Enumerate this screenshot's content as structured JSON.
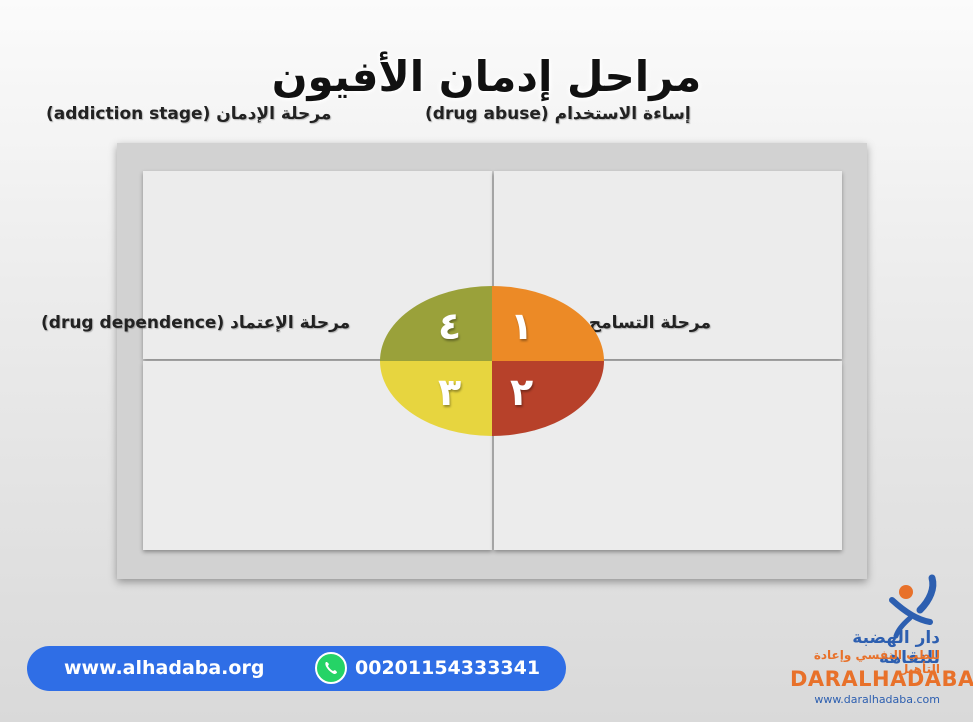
{
  "title": "مراحل إدمان الأفيون",
  "quadrants": {
    "top_left": "مرحلة الإدمان (addiction stage)",
    "top_right": "إساءة الاستخدام (drug abuse)",
    "bottom_left": "مرحلة الإعتماد (drug dependence)",
    "bottom_right": "مرحلة التسامح ( drug tolerance)"
  },
  "center_numbers": {
    "top_left": "٤",
    "top_right": "١",
    "bottom_left": "٣",
    "bottom_right": "٢"
  },
  "segment_colors": {
    "top_left": "#9aa13a",
    "top_right": "#ec8a26",
    "bottom_left": "#e7d53f",
    "bottom_right": "#b7412a"
  },
  "footer": {
    "website": "www.alhadaba.org",
    "phone": "00201154333341",
    "phone_icon": "whatsapp-icon"
  },
  "logo": {
    "arabic_name": "دار الهضبة للنقاهة",
    "arabic_tagline": "للطب النفسي وإعادة التأهيل",
    "english_name": "DARALHADABA",
    "url": "www.daralhadaba.com"
  }
}
